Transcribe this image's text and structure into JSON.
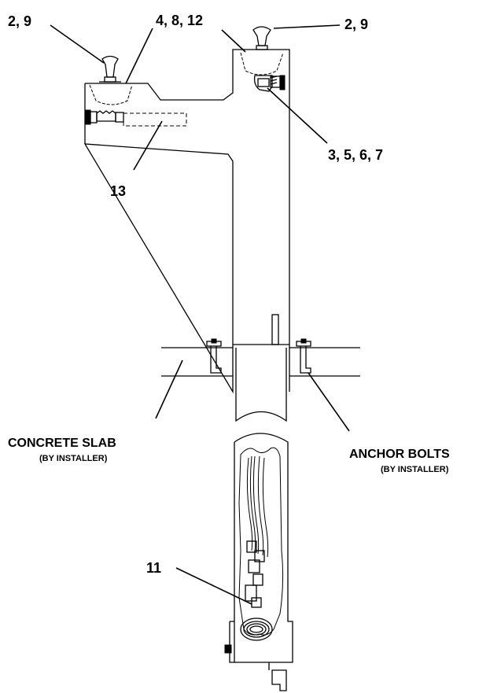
{
  "callouts": {
    "left_top": "2, 9",
    "center_top": "4, 8, 12",
    "right_top": "2, 9",
    "right_valve": "3, 5, 6, 7",
    "left_tube": "13",
    "lower": "11"
  },
  "labels": {
    "concrete_slab": "CONCRETE SLAB",
    "concrete_slab_note": "(BY INSTALLER)",
    "anchor_bolts": "ANCHOR BOLTS",
    "anchor_bolts_note": "(BY INSTALLER)"
  }
}
